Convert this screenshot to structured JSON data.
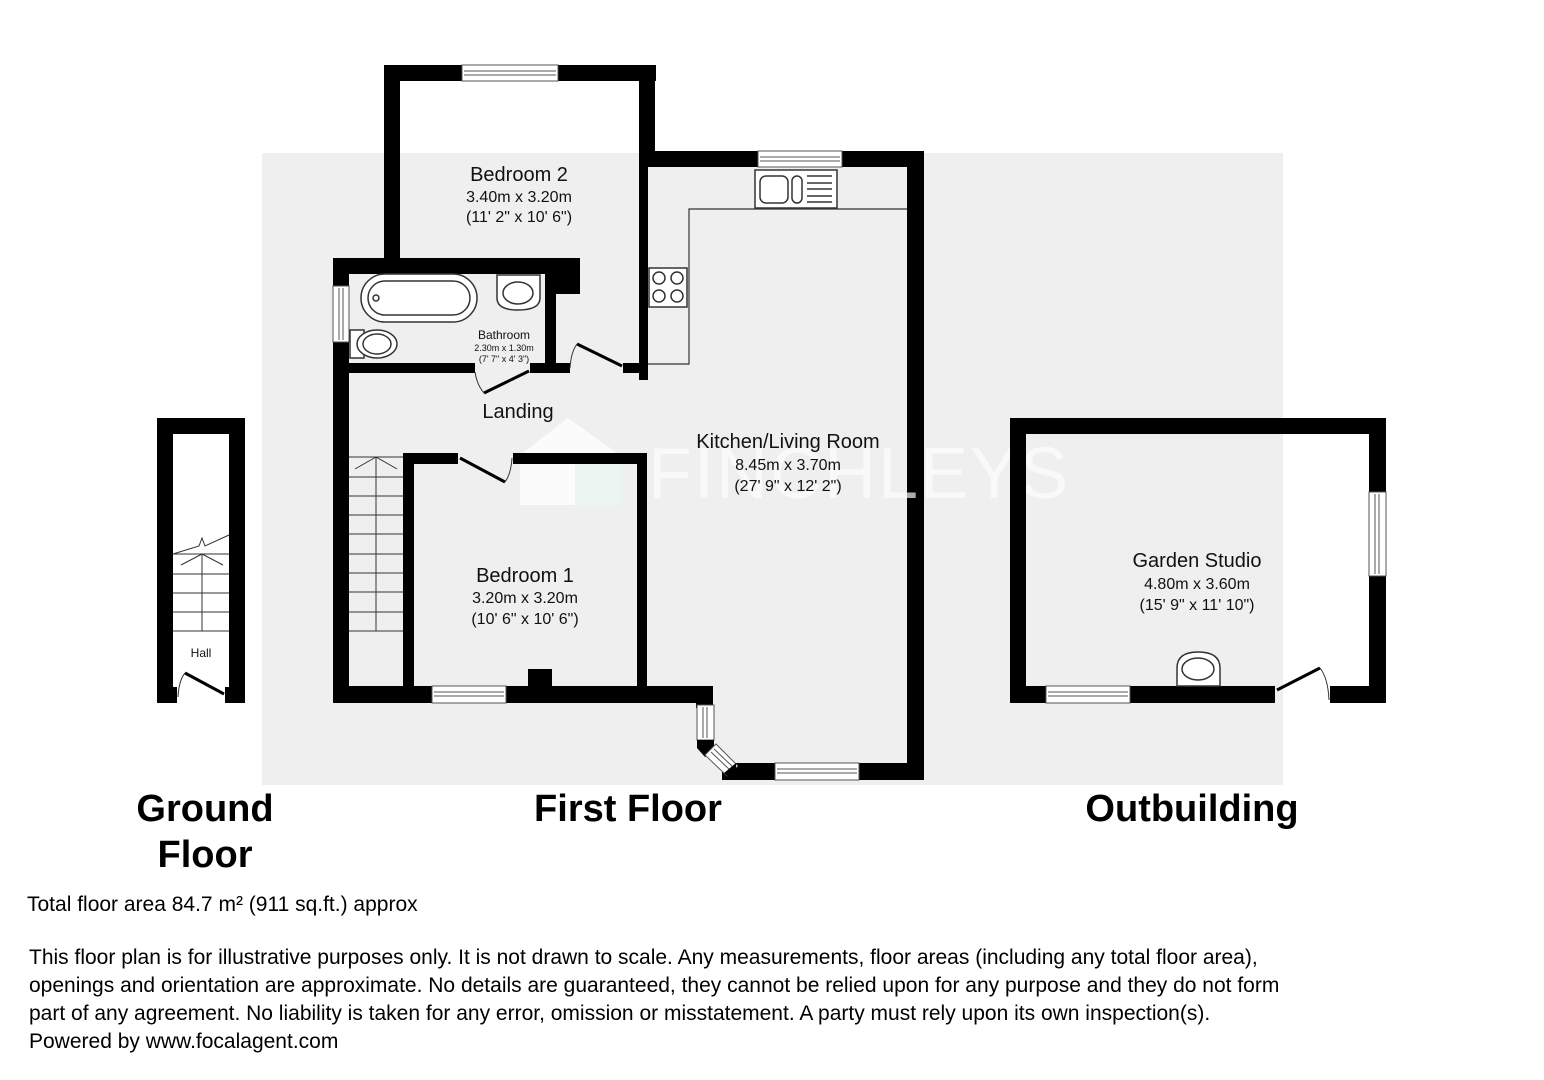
{
  "watermark": "FINCHLEYS",
  "colors": {
    "wall": "#000000",
    "floor_fill": "#efefef",
    "page_background": "#ffffff"
  },
  "floors": [
    {
      "heading": [
        "Ground",
        "Floor"
      ],
      "rooms": [
        {
          "name": "Hall"
        }
      ]
    },
    {
      "heading": [
        "First Floor"
      ],
      "rooms": [
        {
          "name": "Bedroom 2",
          "metric": "3.40m x 3.20m",
          "imperial": "(11' 2\" x 10' 6\")"
        },
        {
          "name": "Bathroom",
          "metric": "2.30m x 1.30m",
          "imperial": "(7' 7\" x 4' 3\")"
        },
        {
          "name": "Landing"
        },
        {
          "name": "Kitchen/Living Room",
          "metric": "8.45m x 3.70m",
          "imperial": "(27' 9\" x 12' 2\")"
        },
        {
          "name": "Bedroom 1",
          "metric": "3.20m x 3.20m",
          "imperial": "(10' 6\" x 10' 6\")"
        }
      ]
    },
    {
      "heading": [
        "Outbuilding"
      ],
      "rooms": [
        {
          "name": "Garden Studio",
          "metric": "4.80m x 3.60m",
          "imperial": "(15' 9\" x 11' 10\")"
        }
      ]
    }
  ],
  "footer": {
    "total_area": "Total floor area 84.7 m² (911 sq.ft.) approx",
    "disclaimer_lines": [
      "This floor plan is for illustrative purposes only. It is not drawn to scale. Any measurements, floor areas (including any total floor area),",
      "openings and orientation are approximate. No details are guaranteed, they cannot be relied upon for any purpose and they do not form",
      "part of any agreement. No liability is taken for any error, omission or misstatement. A party must rely upon its own inspection(s).",
      "Powered by www.focalagent.com"
    ]
  }
}
